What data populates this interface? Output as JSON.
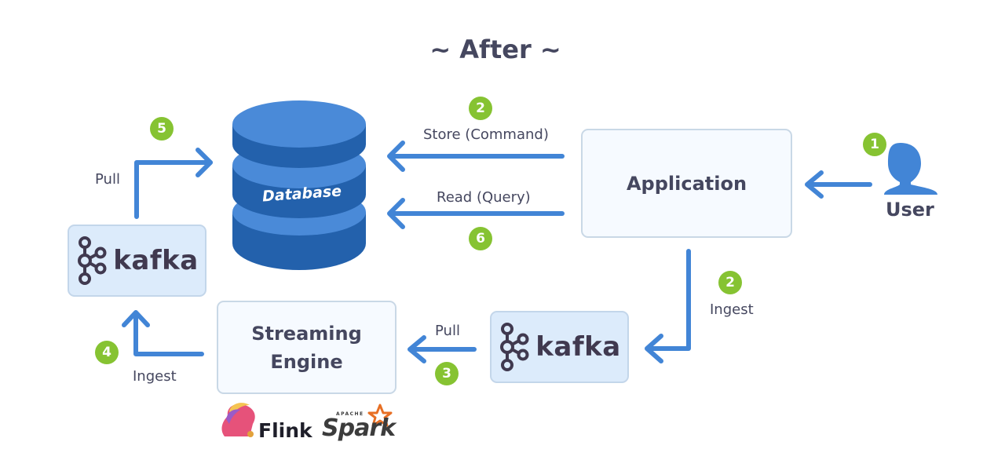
{
  "title": "~ After ~",
  "colors": {
    "arrow": "#4285d6",
    "badge": "#86c332",
    "db_dark": "#2361ac",
    "db_light": "#4a8ad8",
    "text": "#45475f",
    "box_fill": "#f6faff",
    "kafka_fill": "#dcebfb"
  },
  "nodes": {
    "database": {
      "label": "Database",
      "icon": "database-cylinder-icon"
    },
    "application": {
      "label": "Application"
    },
    "user": {
      "label": "User",
      "icon": "user-icon"
    },
    "kafka_ingest": {
      "label": "kafka",
      "icon": "kafka-logo-icon"
    },
    "kafka_output": {
      "label": "kafka",
      "icon": "kafka-logo-icon"
    },
    "streaming_engine": {
      "line1": "Streaming",
      "line2": "Engine"
    },
    "engines": {
      "flink": "Flink",
      "spark": "Spark",
      "apache": "APACHE"
    }
  },
  "edges": [
    {
      "id": "user-to-app",
      "step": "1",
      "label": ""
    },
    {
      "id": "app-to-db-store",
      "step": "2",
      "label": "Store (Command)"
    },
    {
      "id": "app-to-kafka-ingest",
      "step": "2",
      "label": "Ingest"
    },
    {
      "id": "kafka-to-stream",
      "step": "3",
      "label": "Pull"
    },
    {
      "id": "stream-to-kafka",
      "step": "4",
      "label": "Ingest"
    },
    {
      "id": "kafka-to-db",
      "step": "5",
      "label": "Pull"
    },
    {
      "id": "db-to-app-read",
      "step": "6",
      "label": "Read (Query)"
    }
  ]
}
